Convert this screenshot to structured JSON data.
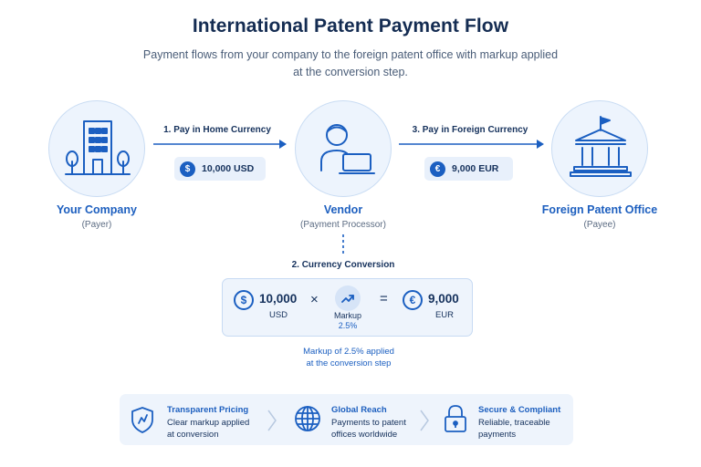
{
  "title": "International Patent Payment Flow",
  "subtitle": "Payment flows from your company to the foreign patent office with markup applied at the conversion step.",
  "nodes": [
    {
      "name": "Your Company",
      "role": "(Payer)",
      "icon": "office-building-icon"
    },
    {
      "name": "Vendor",
      "role": "(Payment Processor)",
      "icon": "person-laptop-icon"
    },
    {
      "name": "Foreign Patent Office",
      "role": "(Payee)",
      "icon": "government-building-icon"
    }
  ],
  "steps": [
    {
      "label": "1. Pay in Home Currency",
      "symbol": "$",
      "amount": "10,000 USD"
    },
    {
      "label": "3. Pay in Foreign Currency",
      "symbol": "€",
      "amount": "9,000 EUR"
    }
  ],
  "conversion": {
    "label": "2. Currency Conversion",
    "from_symbol": "$",
    "from_amount": "10,000",
    "from_currency": "USD",
    "times": "×",
    "markup_label": "Markup",
    "markup_value": "2.5%",
    "equals": "=",
    "to_symbol": "€",
    "to_amount": "9,000",
    "to_currency": "EUR",
    "note_line1": "Markup of 2.5% applied",
    "note_line2": "at the conversion step"
  },
  "features": [
    {
      "title": "Transparent Pricing",
      "desc_line1": "Clear markup applied",
      "desc_line2": "at conversion",
      "icon": "shield-icon"
    },
    {
      "title": "Global Reach",
      "desc_line1": "Payments to patent",
      "desc_line2": "offices worldwide",
      "icon": "globe-icon"
    },
    {
      "title": "Secure & Compliant",
      "desc_line1": "Reliable, traceable",
      "desc_line2": "payments",
      "icon": "lock-icon"
    }
  ],
  "colors": {
    "primary": "#1b5fc1",
    "navy": "#142c52",
    "light_bg": "#eef4fc",
    "circle_bg": "#edf4fd"
  }
}
